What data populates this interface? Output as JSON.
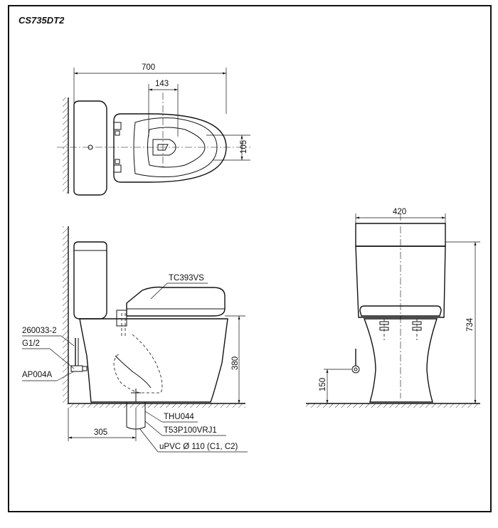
{
  "model": "CS735DT2",
  "top_view": {
    "width_dim": "700",
    "outlet_width_dim": "143",
    "offset_dim": "105"
  },
  "side_view": {
    "seat_part": "TC393VS",
    "valve_part": "260033-2",
    "thread": "G1/2",
    "angle_valve_part": "AP004A",
    "bowl_height_dim": "380",
    "rough_in_dim": "305",
    "flange_part": "THU044",
    "trap_part": "T53P100VRJ1",
    "pipe_spec": "uPVC Ø 110 (C1, C2)"
  },
  "front_view": {
    "width_dim": "420",
    "total_height_dim": "734",
    "supply_height_dim": "150"
  }
}
